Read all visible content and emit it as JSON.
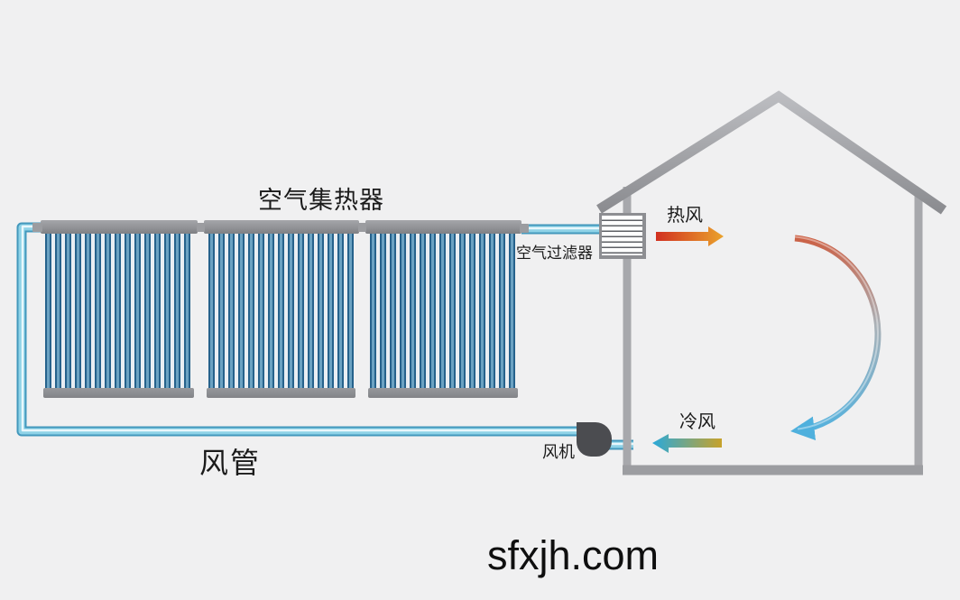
{
  "diagram_title": "solar air collector heating system",
  "labels": {
    "collector": "空气集热器",
    "filter": "空气过滤器",
    "hot_air": "热风",
    "cold_air": "冷风",
    "fan": "风机",
    "duct": "风管",
    "watermark": "sfxjh.com"
  },
  "collectors": {
    "panel_count": 3,
    "tubes_per_panel": 15
  },
  "colors": {
    "background": "#f0f0f1",
    "frame_gray": "#929397",
    "tube_dark": "#26628c",
    "tube_light": "#6ba2c2",
    "duct_edge": "#4398bc",
    "duct_fill": "#8ed2e7",
    "house_gray": "#a7a8ac",
    "fan_dark": "#4b4c50",
    "hot_arrow_start": "#d13020",
    "hot_arrow_end": "#eaa32c",
    "cold_arrow_left": "#2aa9da",
    "cold_arrow_right": "#c7a22b",
    "circulation_top": "#cc5f43",
    "circulation_bottom": "#52b1de",
    "text": "#1b1b1b"
  }
}
